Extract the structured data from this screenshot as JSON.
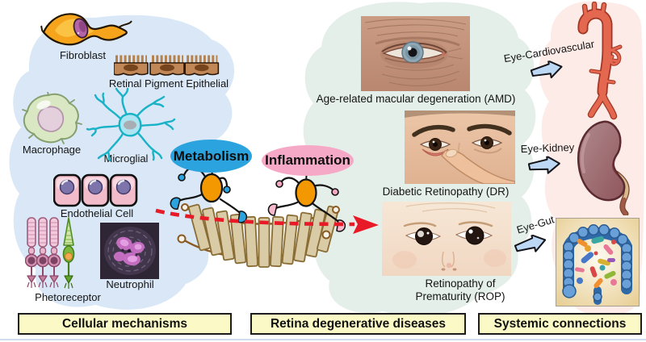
{
  "colors": {
    "cellular_bg": "#d9e7f6",
    "diseases_bg": "#e5efe9",
    "systemic_bg": "#fcebe7",
    "metabolism_ellipse": "#2aa3de",
    "inflammation_ellipse": "#f6a9c6",
    "section_box_bg": "#fbf9c6",
    "red_arrow": "#e81a28",
    "connection_arrow": "#bcd8f4"
  },
  "cellular": {
    "box_label": "Cellular mechanisms",
    "labels": {
      "fibroblast": "Fibroblast",
      "rpe": "Retinal Pigment Epithelial",
      "macrophage": "Macrophage",
      "microglial": "Microglial",
      "endothelial": "Endothelial Cell",
      "photoreceptor": "Phetoreceptor",
      "neutrophil": "Neutrophil"
    }
  },
  "pathway": {
    "metabolism": "Metabolism",
    "inflammation": "Inflammation"
  },
  "diseases": {
    "box_label": "Retina degenerative diseases",
    "amd_label": "Age-related macular degeneration (AMD)",
    "dr_label": "Diabetic Retinopathy (DR)",
    "rop_label_line1": "Retinopathy of",
    "rop_label_line2": "Prematurity (ROP)"
  },
  "systemic": {
    "box_label": "Systemic connections",
    "cardiovascular_label": "Eye-Cardiovascular",
    "kidney_label": "Eye-Kidney",
    "gut_label": "Eye-Gut"
  }
}
